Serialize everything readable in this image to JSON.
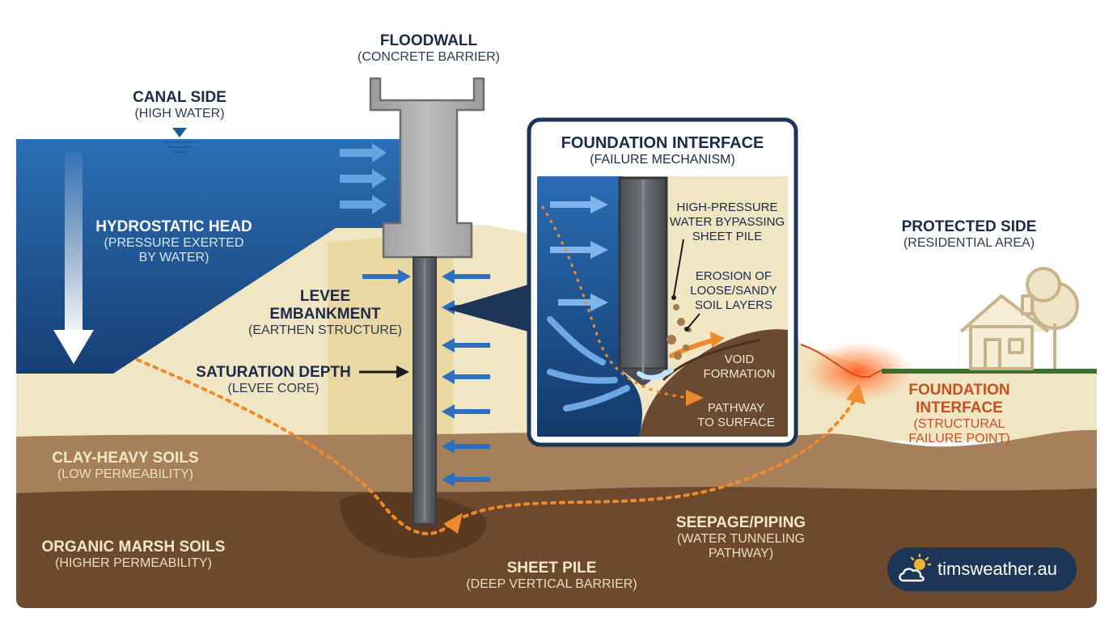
{
  "labels": {
    "floodwall": {
      "title": "FLOODWALL",
      "sub": "(CONCRETE BARRIER)"
    },
    "canal_side": {
      "title": "CANAL SIDE",
      "sub": "(HIGH WATER)"
    },
    "hydrostatic": {
      "title": "HYDROSTATIC HEAD",
      "sub1": "(PRESSURE EXERTED",
      "sub2": "BY WATER)"
    },
    "levee": {
      "title1": "LEVEE",
      "title2": "EMBANKMENT",
      "sub": "(EARTHEN STRUCTURE)"
    },
    "saturation": {
      "title": "SATURATION DEPTH",
      "sub": "(LEVEE CORE)"
    },
    "clay": {
      "title": "CLAY-HEAVY SOILS",
      "sub": "(LOW PERMEABILITY)"
    },
    "organic": {
      "title": "ORGANIC MARSH SOILS",
      "sub": "(HIGHER PERMEABILITY)"
    },
    "sheet_pile": {
      "title": "SHEET PILE",
      "sub": "(DEEP VERTICAL BARRIER)"
    },
    "seepage": {
      "title": "SEEPAGE/PIPING",
      "sub1": "(WATER TUNNELING",
      "sub2": "PATHWAY)"
    },
    "protected": {
      "title": "PROTECTED SIDE",
      "sub": "(RESIDENTIAL AREA)"
    },
    "foundation_main": {
      "title1": "FOUNDATION",
      "title2": "INTERFACE",
      "sub1": "(STRUCTURAL",
      "sub2": "FAILURE POINT)"
    }
  },
  "inset": {
    "title": "FOUNDATION INTERFACE",
    "sub": "(FAILURE MECHANISM)",
    "bypass": [
      "HIGH-PRESSURE",
      "WATER BYPASSING",
      "SHEET PILE"
    ],
    "erosion": [
      "EROSION OF",
      "LOOSE/SANDY",
      "SOIL LAYERS"
    ],
    "void": [
      "VOID",
      "FORMATION"
    ],
    "pathway": [
      "PATHWAY",
      "TO SURFACE"
    ]
  },
  "badge": {
    "text": "timsweather.au"
  },
  "colors": {
    "water": "#1f5a9a",
    "levee": "#f1e6c4",
    "clay": "#a5805a",
    "marsh": "#6d4a2e",
    "seepage": "#ef8a2c",
    "failure": "#e8542a",
    "accent_navy": "#1d3557"
  }
}
